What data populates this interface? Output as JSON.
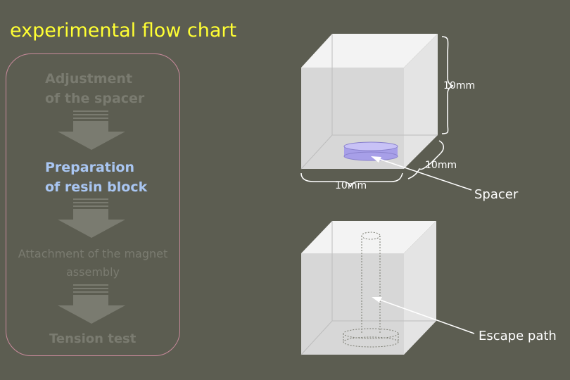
{
  "title": "experimental flow chart",
  "flow": {
    "step1": "Adjustment\nof the spacer",
    "step2": "Preparation\nof resin block",
    "step3": "Attachment of the magnet assembly",
    "step4": "Tension test"
  },
  "diagram": {
    "height_label": "10mm",
    "depth_label": "10mm",
    "width_label": "10mm",
    "spacer_label": "Spacer",
    "escape_label": "Escape path"
  },
  "colors": {
    "background": "#5c5d51",
    "title": "#ffff33",
    "active_step": "#a9c6f2",
    "inactive_step": "#7a7b70",
    "spacer": "#a79fe8",
    "box_border": "#c98a9c"
  }
}
